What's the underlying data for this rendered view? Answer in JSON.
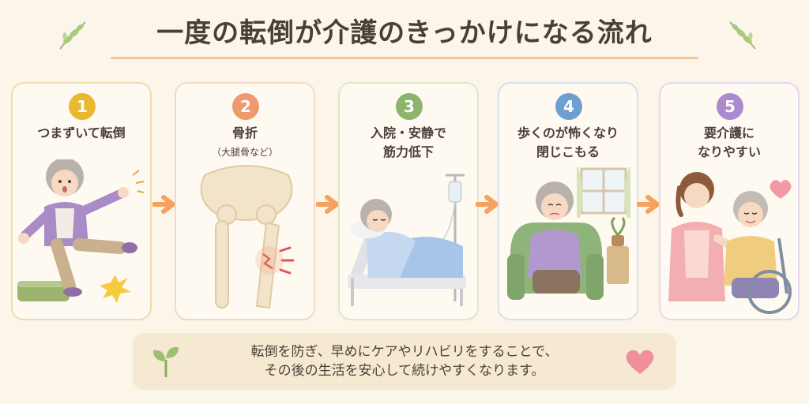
{
  "title": "一度の転倒が介護のきっかけになる流れ",
  "steps": [
    {
      "number": "1",
      "line1": "つまずいて転倒",
      "line2": "",
      "color": "#e9b830",
      "border": "#f0dcae"
    },
    {
      "number": "2",
      "line1": "骨折",
      "line2": "（大腿骨など）",
      "color": "#ec9a6e",
      "border": "#f2d9c6"
    },
    {
      "number": "3",
      "line1": "入院・安静で",
      "line2": "筋力低下",
      "color": "#8cb46a",
      "border": "#dfe7cd"
    },
    {
      "number": "4",
      "line1": "歩くのが怖くなり",
      "line2": "閉じこもる",
      "color": "#6f9fd0",
      "border": "#d6e1ee"
    },
    {
      "number": "5",
      "line1": "要介護に",
      "line2": "なりやすい",
      "color": "#ab8ad0",
      "border": "#e3d8ef"
    }
  ],
  "note": {
    "line1": "転倒を防ぎ、早めにケアやリハビリをすることで、",
    "line2": "その後の生活を安心して続けやすくなります。"
  },
  "colors": {
    "arrow": "#f4a25d",
    "background": "#fbf5ea",
    "note_bg": "#f6e9d2",
    "heart": "#f08f9a",
    "leaf": "#9cbf72"
  }
}
